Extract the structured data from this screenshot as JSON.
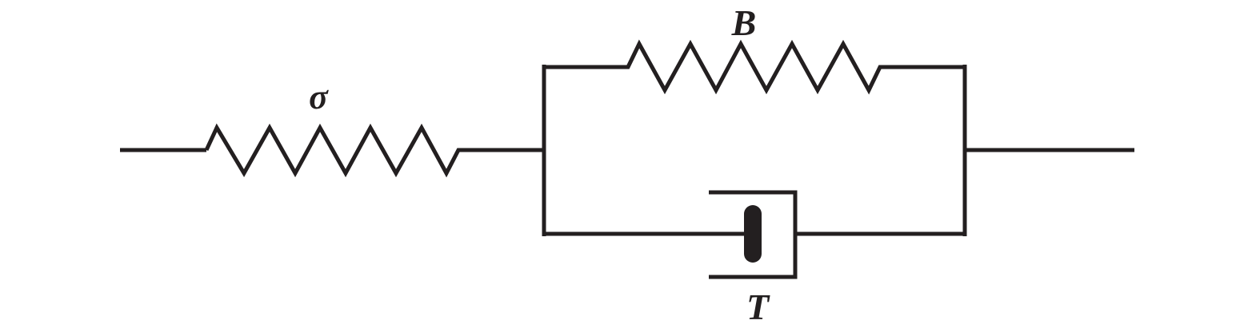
{
  "diagram": {
    "labels": {
      "sigma": "σ",
      "b": "B",
      "t": "T"
    },
    "colors": {
      "stroke": "#231f20",
      "background": "#ffffff"
    }
  }
}
